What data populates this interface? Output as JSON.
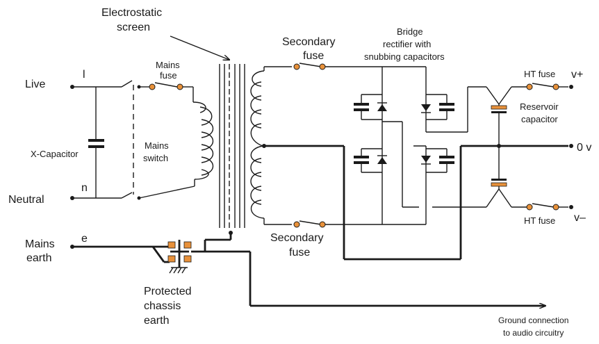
{
  "labels": {
    "live": "Live",
    "live_l": "l",
    "neutral": "Neutral",
    "neutral_n": "n",
    "mains_earth_1": "Mains",
    "mains_earth_2": "earth",
    "earth_e": "e",
    "x_capacitor": "X-Capacitor",
    "mains_fuse_1": "Mains",
    "mains_fuse_2": "fuse",
    "mains_switch_1": "Mains",
    "mains_switch_2": "switch",
    "electrostatic_1": "Electrostatic",
    "electrostatic_2": "screen",
    "secondary_fuse_top_1": "Secondary",
    "secondary_fuse_top_2": "fuse",
    "secondary_fuse_bot_1": "Secondary",
    "secondary_fuse_bot_2": "fuse",
    "bridge_1": "Bridge",
    "bridge_2": "rectifier with",
    "bridge_3": "snubbing capacitors",
    "ht_fuse_top": "HT fuse",
    "ht_fuse_bot": "HT fuse",
    "vplus": "v+",
    "zerov": "0 v",
    "vminus": "v–",
    "reservoir_1": "Reservoir",
    "reservoir_2": "capacitor",
    "chassis_1": "Protected",
    "chassis_2": "chassis",
    "chassis_3": "earth",
    "ground_1": "Ground connection",
    "ground_2": "to audio circuitry"
  },
  "colors": {
    "wire": "#1a1a1a",
    "component_accent": "#e8913a"
  }
}
